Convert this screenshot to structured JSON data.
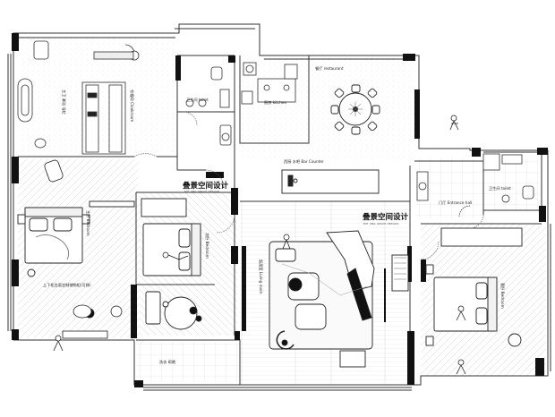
{
  "rooms": {
    "master_bath": "主卫 淋浴 浴缸",
    "bath_cn": "卫生间",
    "bath_en": "toilet",
    "kitchen": "厨房 kitchen",
    "restaurant": "餐厅 restaurant",
    "bar_counter": "西厨 水吧 Bar Counter",
    "entrance": "门厅 Entrance hall",
    "master_bedroom": "主卧 Bedroom",
    "child_room": "次卧 Bedroom",
    "living_room": "起居室 Living room",
    "balcony": "洗衣 晾晒",
    "wardrobe_note": "上下柜台面定制储物柜(可移)",
    "dressing": "衣帽间 Cloakroom",
    "guest_bedroom": "客卧 Bedroom"
  },
  "brand": {
    "name": "叠景空间设计",
    "sub": "DIE JING SPACE DESIGN"
  }
}
